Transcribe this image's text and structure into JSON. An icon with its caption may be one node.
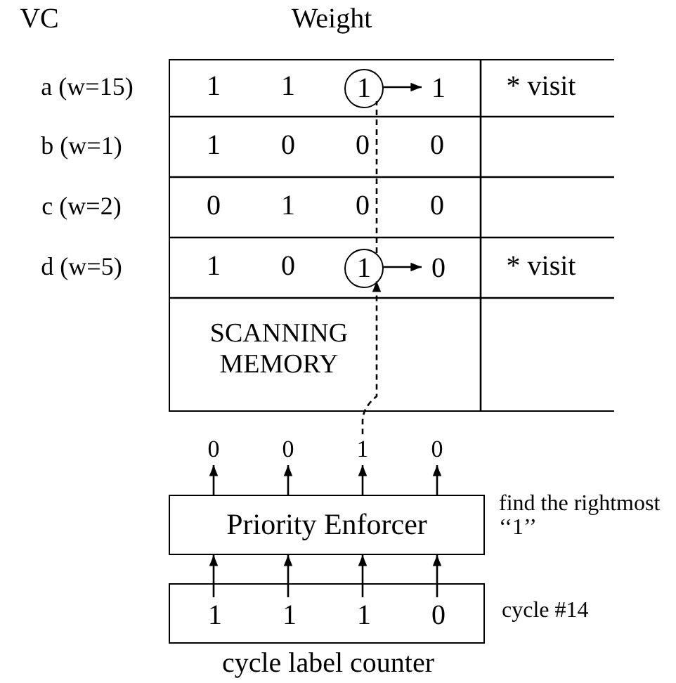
{
  "diagram": {
    "nodes": [
      {
        "text": [
          "SCANNING MEMORY"
        ]
      },
      {
        "text": [
          "1"
        ],
        "in": 0
      },
      {
        "text": [
          "1"
        ],
        "in": 0
      },
      {
        "text": [
          "1"
        ],
        "in": 0
      },
      {
        "text": [
          "0"
        ],
        "in": 0
      },
      {
        "text": [
          "0"
        ]
      },
      {
        "text": [
          "0"
        ]
      },
      {
        "text": [
          "1"
        ]
      },
      {
        "text": [
          "0"
        ]
      },
      {
        "text": [
          "Priority Enforcer"
        ],
        "beside": [
          "find the rightmost ‘‘1’’"
        ]
      },
      {
        "text": [
          "cycle label counter"
        ],
        "beside": [
          "cycle #14"
        ]
      },
      {
        "text": [
          "1"
        ],
        "in": 10
      },
      {
        "text": [
          "1"
        ],
        "in": 10
      },
      {
        "text": [
          "1"
        ],
        "in": 10
      },
      {
        "text": [
          "0"
        ],
        "in": 10
      }
    ],
    "edges": [
      {
        "from": 1,
        "to": 2,
        "arrow": "to"
      },
      {
        "from": 3,
        "to": 4,
        "arrow": "to"
      },
      {
        "from": 7,
        "to": 3,
        "arrow": "to",
        "style": "dashed"
      },
      {
        "from": 3,
        "to": 1,
        "arrow": "none",
        "style": "dashed"
      },
      {
        "from": 9,
        "to": 5,
        "arrow": "to"
      },
      {
        "from": 9,
        "to": 6,
        "arrow": "to"
      },
      {
        "from": 9,
        "to": 7,
        "arrow": "to"
      },
      {
        "from": 9,
        "to": 8,
        "arrow": "to"
      },
      {
        "from": 11,
        "to": 9,
        "arrow": "to"
      },
      {
        "from": 12,
        "to": 9,
        "arrow": "to"
      },
      {
        "from": 13,
        "to": 9,
        "arrow": "to"
      },
      {
        "from": 14,
        "to": 9,
        "arrow": "to"
      }
    ],
    "labels": [
      "VC",
      "Weight",
      "a (w=15)",
      "1",
      "1",
      "* visit",
      "b (w=1)",
      "1",
      "0",
      "0",
      "0",
      "c (w=2)",
      "0",
      "1",
      "0",
      "0",
      "d (w=5)",
      "1",
      "0",
      "* visit"
    ]
  }
}
